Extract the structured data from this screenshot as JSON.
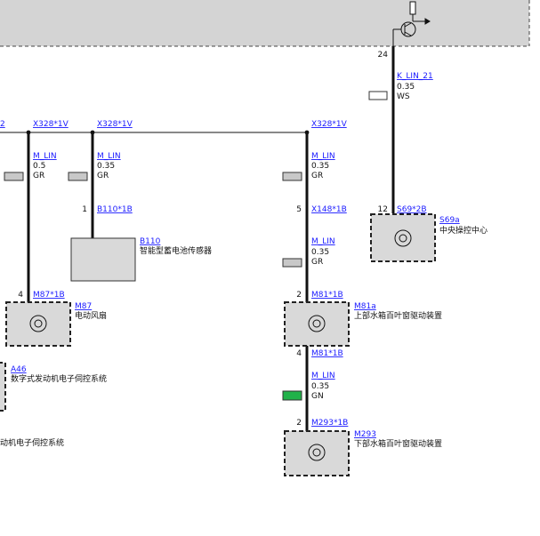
{
  "colors": {
    "ecu_region": "#d4d4d4",
    "component_fill": "#d9d9d9",
    "link": "#1a1aff",
    "wire": "#111111",
    "tag_gray": "#c8c8c8",
    "tag_green": "#21b24a",
    "tag_white": "#ffffff"
  },
  "icons": {
    "transistor": "transistor-symbol-icon",
    "actuator": "actuator-symbol-icon"
  },
  "top_ecu": {
    "pin": "24",
    "wire_name": "K_LIN_21",
    "cross_section": "0.35",
    "color_code": "WS"
  },
  "bus_connectors": [
    {
      "label": "X328*1V"
    },
    {
      "label": "X328*1V"
    },
    {
      "label": "X328*1V"
    }
  ],
  "wires": {
    "m87": {
      "name": "M_LIN",
      "size": "0.5",
      "color": "GR"
    },
    "b110": {
      "name": "M_LIN",
      "size": "0.35",
      "color": "GR"
    },
    "m81_upper": {
      "name": "M_LIN",
      "size": "0.35",
      "color": "GR"
    },
    "m81_lower": {
      "name": "M_LIN",
      "size": "0.35",
      "color": "GR"
    },
    "m293": {
      "name": "M_LIN",
      "size": "0.35",
      "color": "GN"
    }
  },
  "components": {
    "b110": {
      "pin": "1",
      "connector": "B110*1B",
      "code": "B110",
      "name": "智能型蓄电池传感器"
    },
    "x148": {
      "pin": "5",
      "connector": "X148*1B"
    },
    "s69": {
      "pin": "12",
      "connector": "S69*2B",
      "code": "S69a",
      "name": "中央操控中心"
    },
    "m87": {
      "pin": "4",
      "connector": "M87*1B",
      "code": "M87",
      "name": "电动风扇"
    },
    "m81": {
      "pin_top": "2",
      "connector_top": "M81*1B",
      "code": "M81a",
      "name": "上部水箱百叶窗驱动装置",
      "pin_bottom": "4",
      "connector_bottom": "M81*1B"
    },
    "a46": {
      "code": "A46",
      "name": "数字式发动机电子伺控系统",
      "name_partial": "动机电子伺控系统"
    },
    "m293": {
      "pin": "2",
      "connector": "M293*1B",
      "code": "M293",
      "name": "下部水箱百叶窗驱动装置"
    }
  }
}
